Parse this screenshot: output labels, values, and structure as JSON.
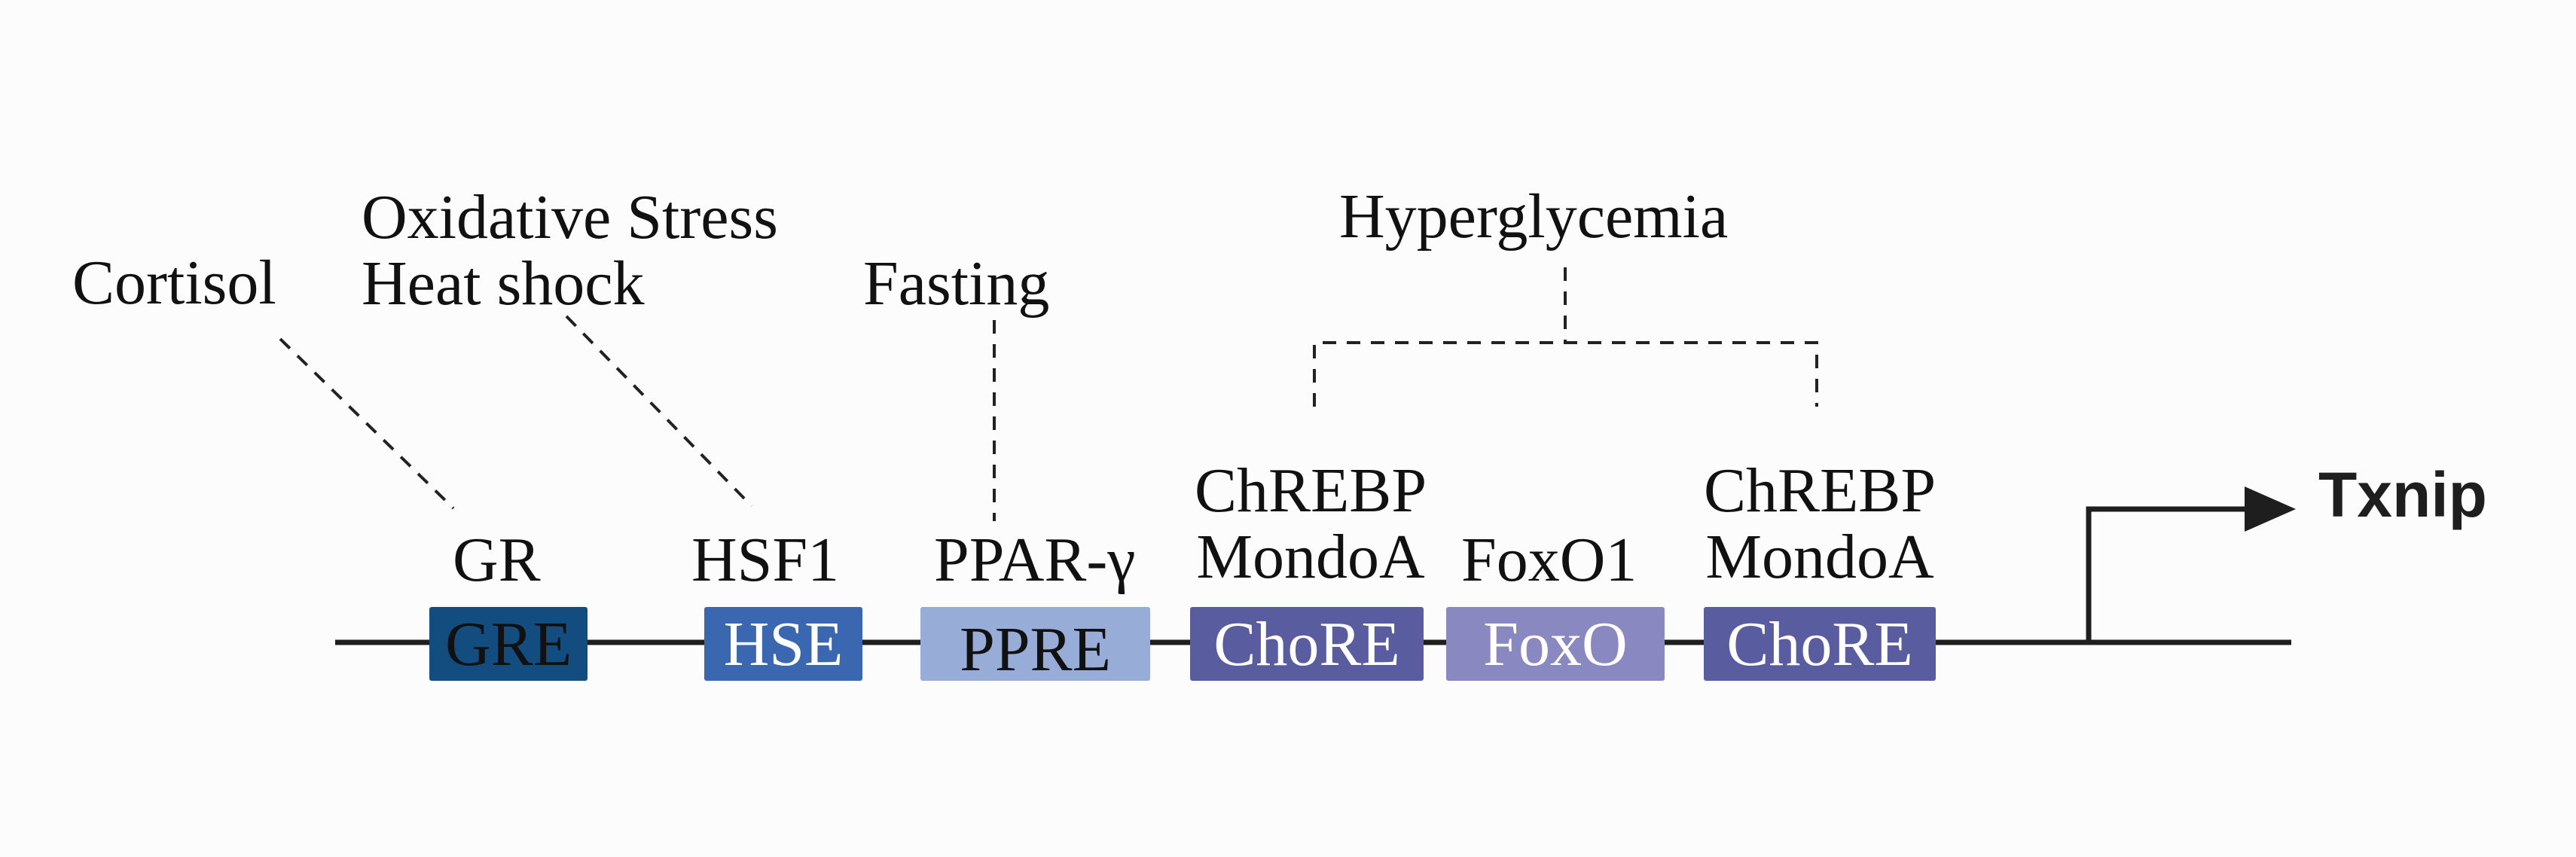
{
  "stimuli": {
    "cortisol": "Cortisol",
    "oxidative_stress": "Oxidative Stress",
    "heat_shock": "Heat shock",
    "fasting": "Fasting",
    "hyperglycemia": "Hyperglycemia"
  },
  "factors": {
    "gr": "GR",
    "hsf1": "HSF1",
    "ppar_gamma": "PPAR-γ",
    "chrebp_1": "ChREBP",
    "mondoa_1": "MondoA",
    "foxo1": "FoxO1",
    "chrebp_2": "ChREBP",
    "mondoa_2": "MondoA"
  },
  "elements": {
    "gre": "GRE",
    "hse": "HSE",
    "ppre": "PPRE",
    "chore_1": "ChoRE",
    "foxo": "FoxO",
    "chore_2": "ChoRE"
  },
  "gene": {
    "name": "Txnip"
  },
  "colors": {
    "gre": "#134d80",
    "hse": "#3a67b0",
    "ppre": "#97add8",
    "chore": "#5a5ca0",
    "foxo": "#8a88c0",
    "line": "#1e1e1e"
  }
}
